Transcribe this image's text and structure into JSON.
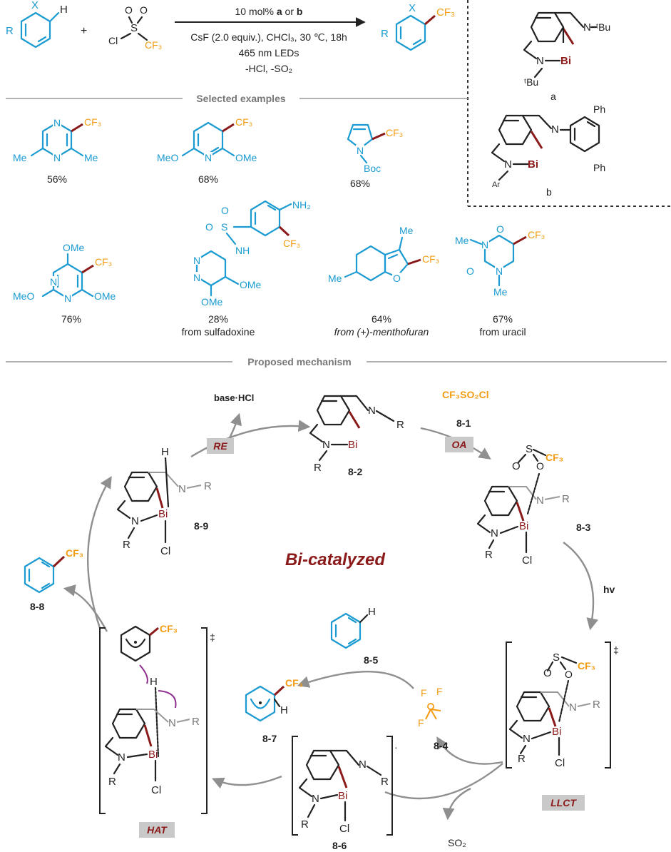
{
  "reaction": {
    "conditions_line1_prefix": "10 mol% ",
    "cat_a": "a",
    "conditions_or": " or ",
    "cat_b": "b",
    "conditions_line2": "CsF (2.0 equiv.), CHCl₃, 30 ℃, 18h",
    "conditions_line3": "465 nm LEDs",
    "conditions_line4": "-HCl, -SO₂",
    "plus": "+",
    "sub_R": "R",
    "sub_X": "X",
    "sub_H": "H",
    "reagent_Cl": "Cl",
    "reagent_S": "S",
    "reagent_O1": "O",
    "reagent_O2": "O",
    "reagent_CF3": "CF₃",
    "prod_R": "R",
    "prod_X": "X",
    "prod_CF3": "CF₃"
  },
  "catalysts": {
    "a_label": "a",
    "b_label": "b",
    "N": "N",
    "Bi": "Bi",
    "tBu1": "ᵗBu",
    "tBu2": "ᵗBu",
    "Ph1": "Ph",
    "Ph2": "Ph",
    "Ar": "Ar"
  },
  "examples": {
    "header": "Selected examples",
    "items": [
      {
        "yield": "56%",
        "note": ""
      },
      {
        "yield": "68%",
        "note": ""
      },
      {
        "yield": "68%",
        "note": ""
      },
      {
        "yield": "76%",
        "note": ""
      },
      {
        "yield": "28%",
        "note": "from sulfadoxine"
      },
      {
        "yield": "64%",
        "note": "from (+)-menthofuran"
      },
      {
        "yield": "67%",
        "note": "from uracil"
      }
    ],
    "labels": {
      "CF3": "CF₃",
      "Me": "Me",
      "N": "N",
      "OMe": "OMe",
      "MeO": "MeO",
      "Boc": "Boc",
      "NH2": "NH₂",
      "NH": "NH",
      "S": "S",
      "O": "O"
    }
  },
  "mechanism": {
    "header": "Proposed mechanism",
    "center_title": "Bi-catalyzed",
    "base_hcl": "base·HCl",
    "reagent": "CF₃SO₂Cl",
    "steps": {
      "RE": "RE",
      "OA": "OA",
      "hv": "hv",
      "LLCT": "LLCT",
      "HAT": "HAT"
    },
    "compounds": {
      "c81": "8-1",
      "c82": "8-2",
      "c83": "8-3",
      "c84": "8-4",
      "c85": "8-5",
      "c86": "8-6",
      "c87": "8-7",
      "c88": "8-8",
      "c89": "8-9"
    },
    "so2": "SO₂",
    "dagger": "‡",
    "dot": "·",
    "atoms": {
      "H": "H",
      "Cl": "Cl",
      "R": "R",
      "N": "N",
      "Bi": "Bi",
      "S": "S",
      "O": "O",
      "F": "F",
      "CF3": "CF₃"
    }
  },
  "colors": {
    "bismuth": "#8b1a1a",
    "cf3": "#f39c12",
    "substrate": "#1b9bd1",
    "label_box": "#c9c9c9",
    "arrow": "#8f8f8f"
  }
}
